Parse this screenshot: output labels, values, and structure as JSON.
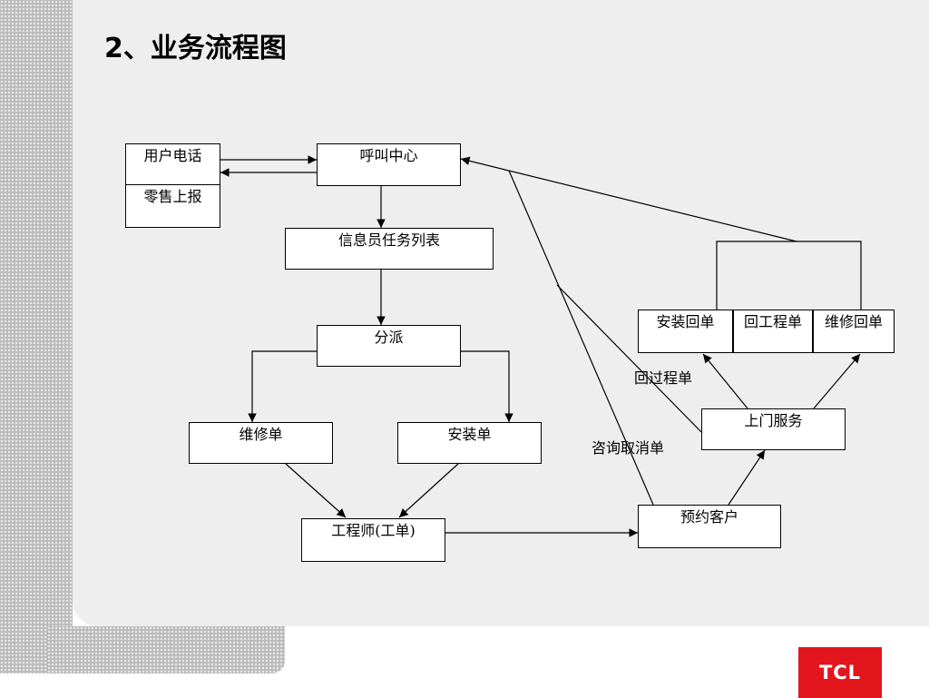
{
  "slide": {
    "title": "2、业务流程图"
  },
  "nodes": {
    "user_phone": "用户电话",
    "retail_report": "零售上报",
    "call_center": "呼叫中心",
    "info_task_list": "信息员任务列表",
    "dispatch": "分派",
    "repair_order": "维修单",
    "install_order": "安装单",
    "engineer": "工程师(工单)",
    "appointment": "预约客户",
    "onsite_service": "上门服务",
    "install_return": "安装回单",
    "project_return": "回工程单",
    "repair_return": "维修回单"
  },
  "labels": {
    "return_project": "回过程单",
    "consult_cancel": "咨询取消单"
  },
  "logo": {
    "text": "TCL",
    "color": "#e3161e"
  }
}
